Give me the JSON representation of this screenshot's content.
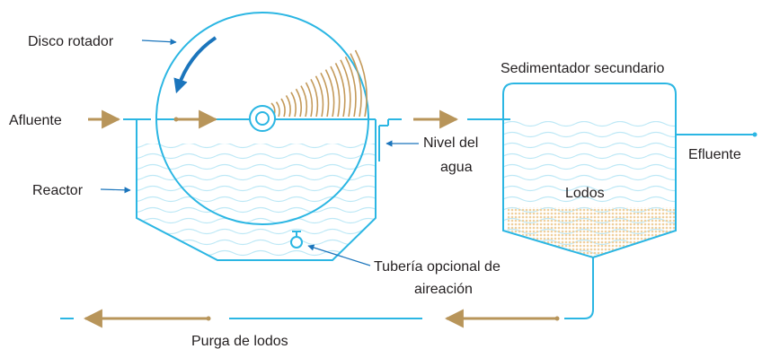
{
  "labels": {
    "rotating_disc": "Disco rotador",
    "influent": "Afluente",
    "reactor": "Reactor",
    "water_level_line1": "Nivel del",
    "water_level_line2": "agua",
    "secondary_settler": "Sedimentador secundario",
    "effluent": "Efluente",
    "sludge": "Lodos",
    "aeration_pipe_line1": "Tubería opcional de",
    "aeration_pipe_line2": "aireación",
    "sludge_purge": "Purga de lodos"
  },
  "colors": {
    "pipe_blue": "#2bb6e3",
    "arrow_gold": "#b8955a",
    "rotation_arrow": "#1b75bc",
    "biofilm": "#c49a5a",
    "sludge_dots": "#f0cf9c",
    "water_waves": "#bde8f6",
    "text": "#231f20"
  }
}
